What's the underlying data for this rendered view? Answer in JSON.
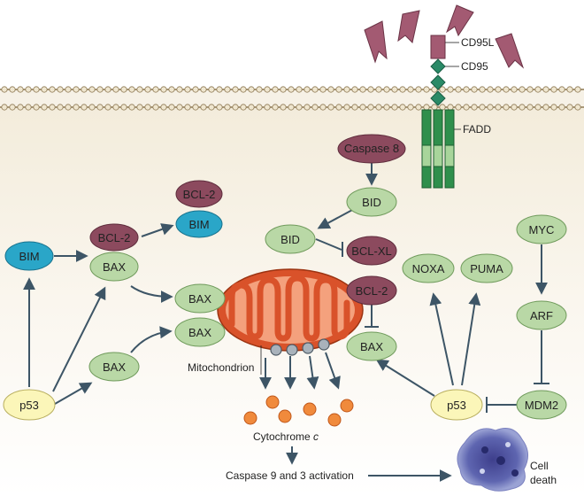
{
  "colors": {
    "green_node": "#b9d8a6",
    "green_stroke": "#6f9a5b",
    "maroon_node": "#8c4a5e",
    "cyan_node": "#2aa6c8",
    "yellow_node": "#fbf6b9",
    "membrane": "#8f7a55",
    "mito_outer": "#d9522a",
    "mito_inner": "#f4a17d",
    "cytochrome": "#f08a3c",
    "fadd": "#2f8f4c",
    "cd95": "#2a8a67",
    "ligand": "#a35a72",
    "arrow": "#3d5566"
  },
  "labels": {
    "cd95l": "CD95L",
    "cd95": "CD95",
    "fadd": "FADD",
    "caspase8": "Caspase 8",
    "bid_top": "BID",
    "bid_left": "BID",
    "bcl_xl": "BCL-XL",
    "bcl2_top": "BCL-2",
    "bim_top": "BIM",
    "bcl2_left": "BCL-2",
    "bax_left": "BAX",
    "bim_left": "BIM",
    "bax_m1": "BAX",
    "bax_m2": "BAX",
    "bax_low": "BAX",
    "bcl2_right": "BCL-2",
    "bax_right": "BAX",
    "noxa": "NOXA",
    "puma": "PUMA",
    "myc": "MYC",
    "arf": "ARF",
    "mdm2": "MDM2",
    "p53_left": "p53",
    "p53_right": "p53",
    "mitochondrion": "Mitochondrion",
    "cytochrome": "Cytochrome ",
    "cytochrome_c": "c",
    "caspase93": "Caspase 9 and 3 activation",
    "cell": "Cell",
    "death": "death"
  }
}
